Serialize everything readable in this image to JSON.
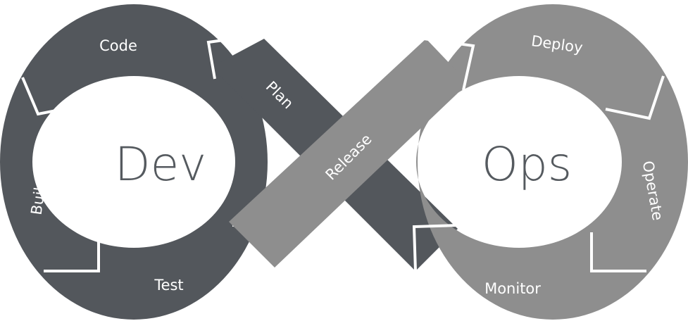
{
  "colors": {
    "dev": "#53575c",
    "ops": "#8e8e8e",
    "divider": "#ffffff",
    "center_text": "#555a5f"
  },
  "dev_loop": {
    "title": "Dev",
    "stages": [
      "Plan",
      "Code",
      "Build",
      "Test"
    ]
  },
  "ops_loop": {
    "title": "Ops",
    "stages": [
      "Release",
      "Deploy",
      "Operate",
      "Monitor"
    ]
  }
}
